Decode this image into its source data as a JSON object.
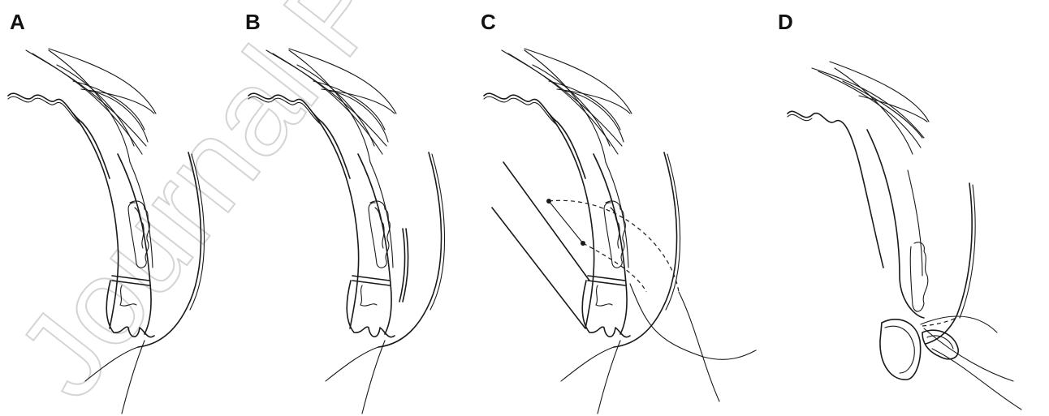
{
  "panels": [
    {
      "label": "A"
    },
    {
      "label": "B"
    },
    {
      "label": "C"
    },
    {
      "label": "D"
    }
  ],
  "watermark": "Journal Pre-proof"
}
